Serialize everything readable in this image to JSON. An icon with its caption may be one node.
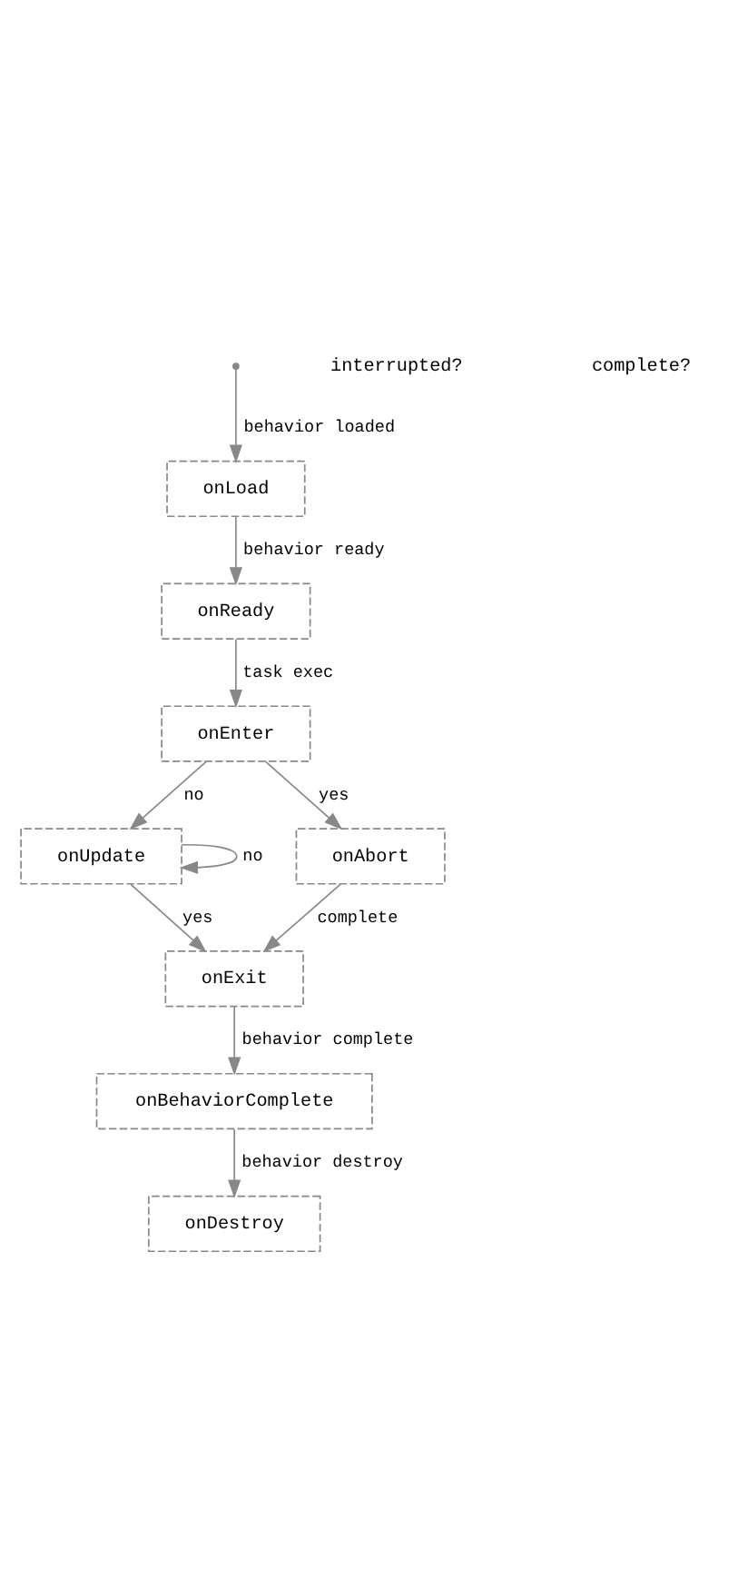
{
  "diagram": {
    "nodes": [
      {
        "text": [
          "onLoad"
        ]
      },
      {
        "text": [
          "onReady"
        ]
      },
      {
        "text": [
          "onEnter"
        ]
      },
      {
        "text": [
          "onUpdate"
        ]
      },
      {
        "text": [
          "onAbort"
        ]
      },
      {
        "text": [
          "onExit"
        ]
      },
      {
        "text": [
          "onBehaviorComplete"
        ]
      },
      {
        "text": [
          "onDestroy"
        ]
      }
    ],
    "edges": [
      {
        "from": null,
        "to": 0,
        "arrow": "to",
        "label": "behavior loaded"
      },
      {
        "from": 0,
        "to": 1,
        "arrow": "to",
        "label": "behavior ready"
      },
      {
        "from": 1,
        "to": 2,
        "arrow": "to",
        "label": "task exec"
      },
      {
        "from": 2,
        "to": 3,
        "arrow": "to",
        "label": "no"
      },
      {
        "from": 2,
        "to": 4,
        "arrow": "to",
        "label": "yes"
      },
      {
        "from": 3,
        "to": 3,
        "arrow": "to",
        "label": "no"
      },
      {
        "from": 3,
        "to": 5,
        "arrow": "to",
        "label": "yes"
      },
      {
        "from": 4,
        "to": 5,
        "arrow": "to",
        "label": "complete"
      },
      {
        "from": 5,
        "to": 6,
        "arrow": "to",
        "label": "behavior complete"
      },
      {
        "from": 6,
        "to": 7,
        "arrow": "to",
        "label": "behavior destroy"
      }
    ],
    "labels": [
      "interrupted?",
      "complete?"
    ]
  }
}
